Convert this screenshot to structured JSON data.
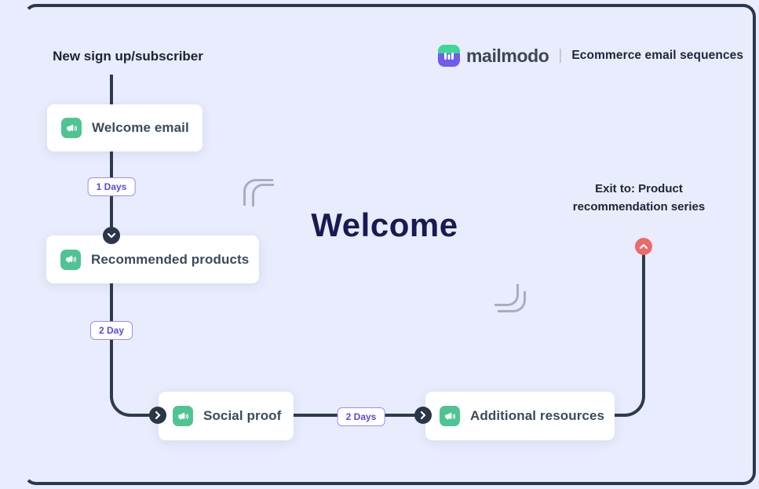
{
  "colors": {
    "background": "#e8ecfd",
    "flow_line": "#2e3a4d",
    "node_icon_bg": "#4fc394",
    "badge_border": "#9b8cf2",
    "badge_text": "#5a4bd4",
    "exit_circle": "#ec6a6a",
    "title_text": "#191a52",
    "logo_green": "#3fd795",
    "logo_purple": "#6d5ced"
  },
  "header": {
    "brand": "mailmodo",
    "divider": "|",
    "subtitle": "Ecommerce email sequences"
  },
  "canvas": {
    "title": "Welcome",
    "entry_label": "New sign up/subscriber",
    "exit_label_line1": "Exit to: Product",
    "exit_label_line2": "recommendation series",
    "nodes": [
      {
        "label": "Welcome email",
        "icon": "announcement-icon"
      },
      {
        "label": "Recommended products",
        "icon": "announcement-icon"
      },
      {
        "label": "Social proof",
        "icon": "announcement-icon"
      },
      {
        "label": "Additional resources",
        "icon": "announcement-icon"
      }
    ],
    "delays": [
      {
        "label": "1 Days"
      },
      {
        "label": "2 Day"
      },
      {
        "label": "2 Days"
      }
    ]
  }
}
